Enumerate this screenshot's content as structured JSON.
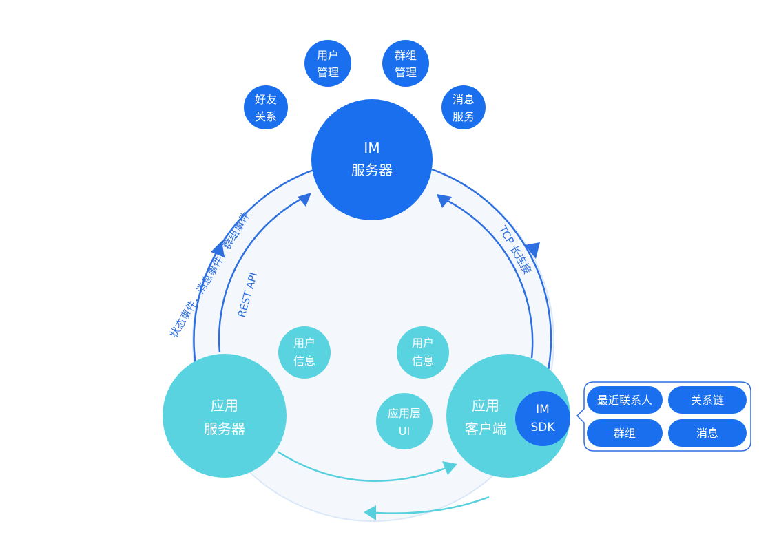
{
  "colors": {
    "primary": "#1a6fee",
    "secondary": "#5ad3e0",
    "ring": "#dbe8f8",
    "ring_fill": "#f4f8fd",
    "blue_arrow": "#2d6fe0",
    "cyan_arrow": "#55d0dc"
  },
  "im_server": {
    "title": "IM",
    "subtitle": "服务器",
    "modules": [
      {
        "line1": "好友",
        "line2": "关系"
      },
      {
        "line1": "用户",
        "line2": "管理"
      },
      {
        "line1": "群组",
        "line2": "管理"
      },
      {
        "line1": "消息",
        "line2": "服务"
      }
    ]
  },
  "app_server": {
    "line1": "应用",
    "line2": "服务器"
  },
  "app_client": {
    "line1": "应用",
    "line2": "客户端"
  },
  "im_sdk": {
    "line1": "IM",
    "line2": "SDK",
    "features": [
      "最近联系人",
      "关系链",
      "群组",
      "消息"
    ]
  },
  "inner_nodes": [
    {
      "line1": "用户",
      "line2": "信息"
    },
    {
      "line1": "用户",
      "line2": "信息"
    },
    {
      "line1": "应用层",
      "line2": "UI"
    }
  ],
  "edges": {
    "left_outer": "状态事件，消息事件，群组事件",
    "left_inner": "REST API",
    "right": "TCP 长连接"
  }
}
